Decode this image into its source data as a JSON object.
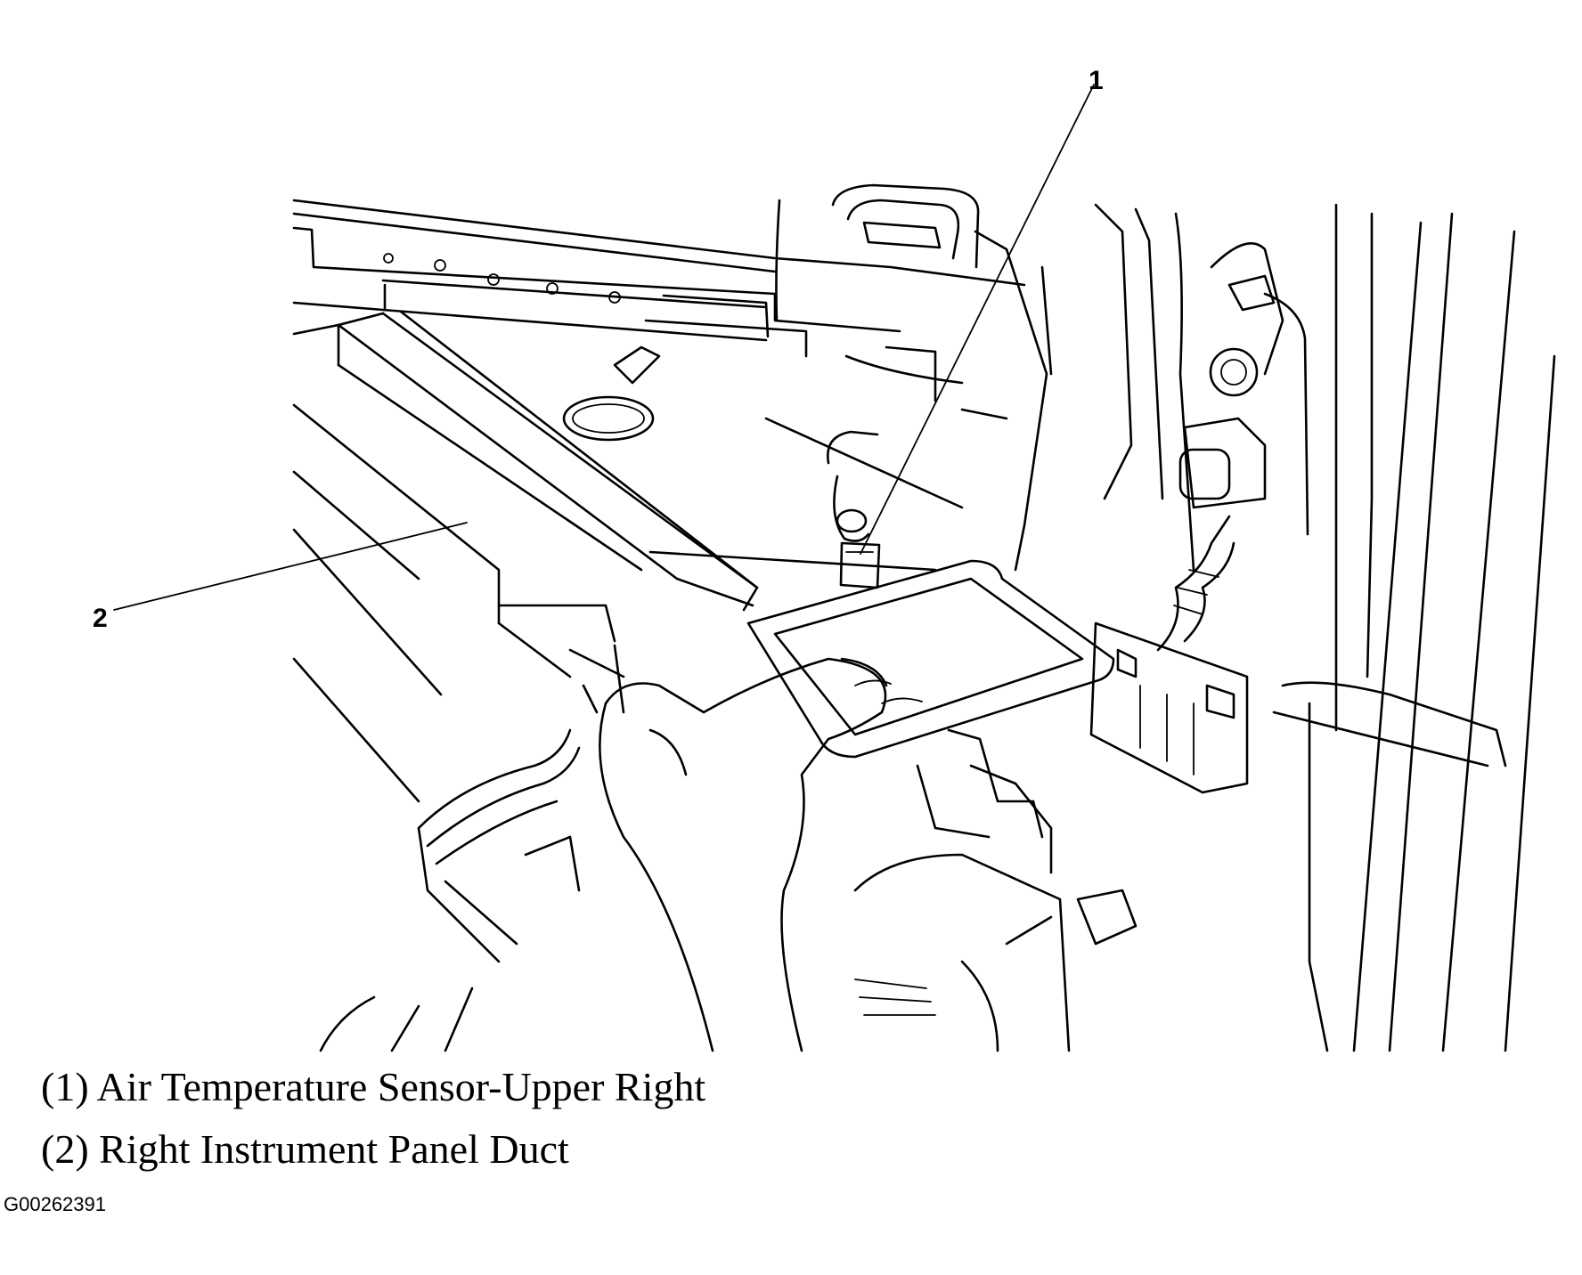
{
  "callouts": [
    {
      "number": "1",
      "text": "(1) Air Temperature Sensor-Upper Right"
    },
    {
      "number": "2",
      "text": "(2) Right Instrument Panel Duct"
    }
  ],
  "figure_code": "G00262391",
  "colors": {
    "ink": "#000000",
    "background": "#ffffff"
  }
}
